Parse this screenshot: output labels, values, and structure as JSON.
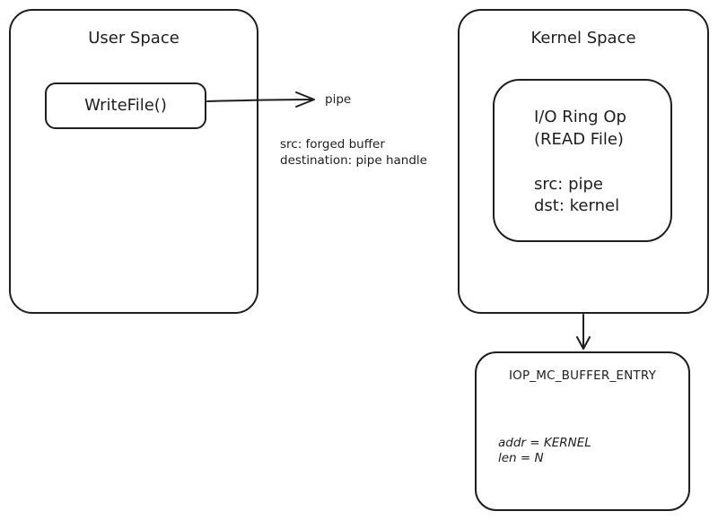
{
  "user_space": {
    "title": "User Space",
    "call": "WriteFile()"
  },
  "pipe_arrow": {
    "target": "pipe",
    "note_src": "src: forged buffer",
    "note_dst": "destination: pipe handle"
  },
  "kernel_space": {
    "title": "Kernel Space",
    "op_line1": "I/O Ring Op",
    "op_line2": "(READ File)",
    "op_src": "src: pipe",
    "op_dst": "dst: kernel"
  },
  "buffer_entry": {
    "title": "IOP_MC_BUFFER_ENTRY",
    "addr": "addr = KERNEL",
    "len": "len = N"
  }
}
